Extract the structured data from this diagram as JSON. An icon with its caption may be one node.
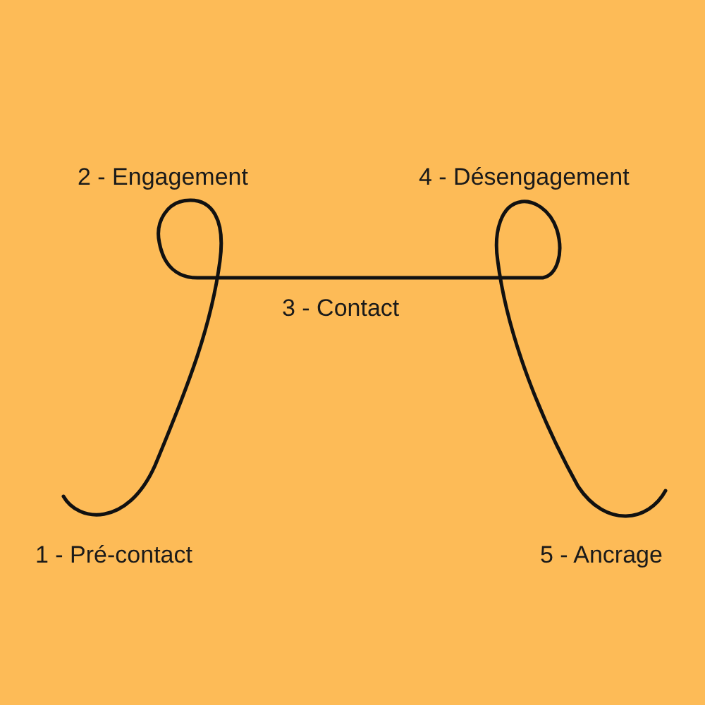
{
  "diagram": {
    "labels": [
      "2 - Engagement",
      "4 - Désengagement",
      "3 - Contact",
      "1 - Pré-contact",
      "5 - Ancrage"
    ]
  }
}
